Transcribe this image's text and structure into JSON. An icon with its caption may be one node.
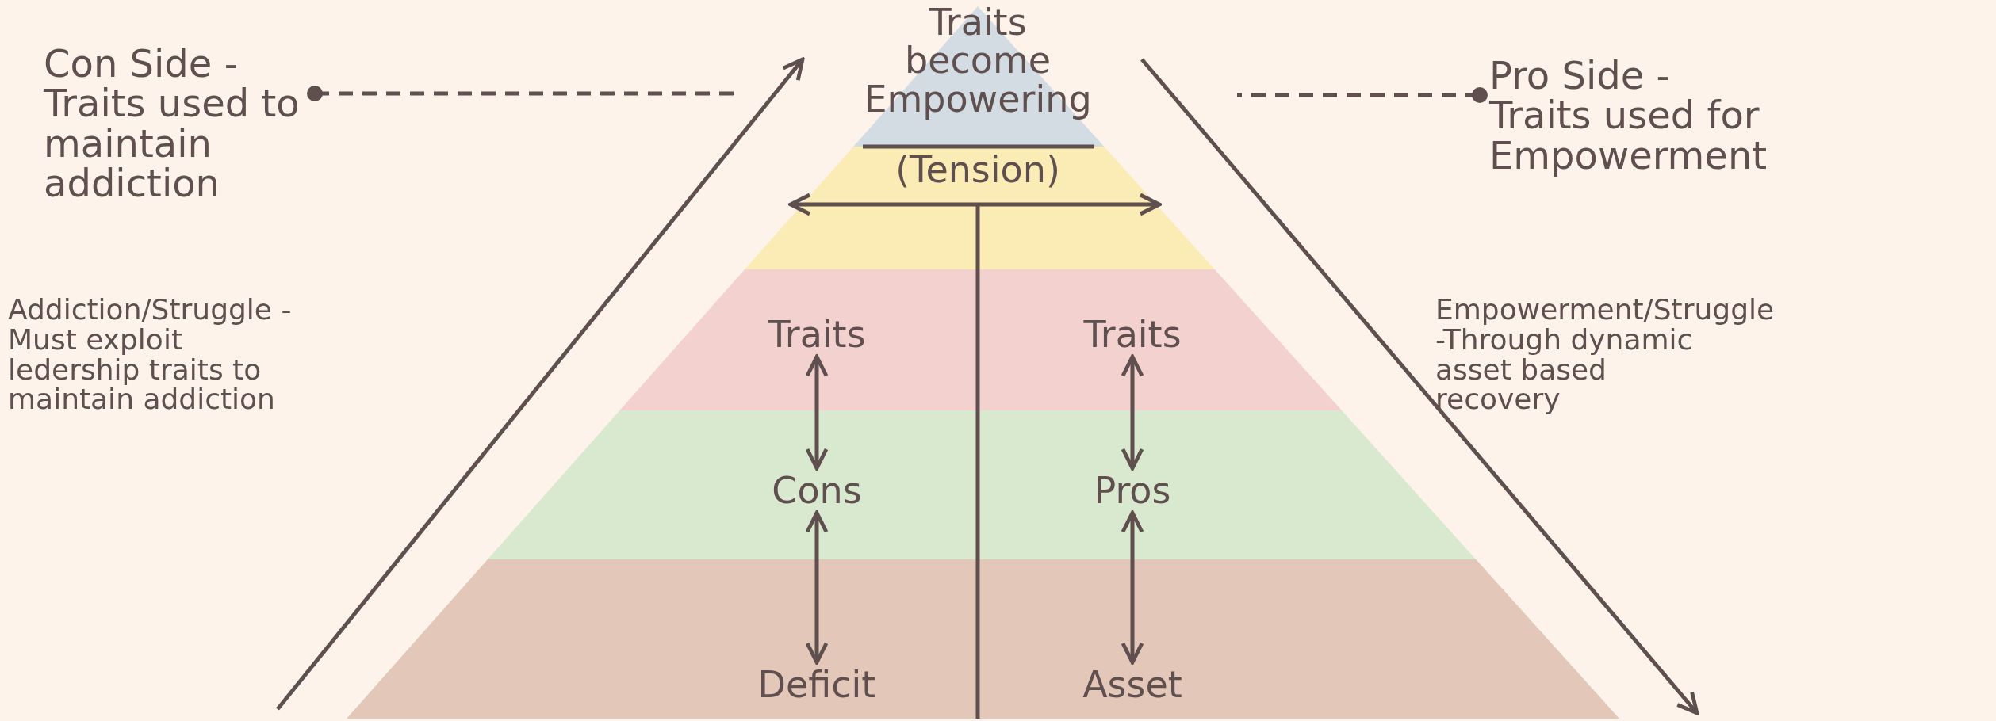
{
  "diagram": {
    "nodes": [
      {
        "text": [
          "Traits become Empowering"
        ]
      },
      {
        "text": [
          "(Tension)"
        ]
      },
      {
        "text": [
          "Traits"
        ]
      },
      {
        "text": [
          "Traits"
        ]
      },
      {
        "text": [
          "Cons"
        ]
      },
      {
        "text": [
          "Pros"
        ]
      },
      {
        "text": [
          "Deficit"
        ]
      },
      {
        "text": [
          "Asset"
        ]
      },
      {
        "text": [
          "Con Side - Traits used to maintain addiction"
        ]
      },
      {
        "text": [
          "Pro Side - Traits used for Empowerment"
        ]
      },
      {
        "text": [
          "Addiction/Struggle -Must exploit ledership traits to maintain addiction"
        ]
      },
      {
        "text": [
          "Empowerment/Struggle -Through dynamic asset based recovery"
        ]
      }
    ],
    "edges": [
      {
        "from": 2,
        "to": 4,
        "arrow": "both"
      },
      {
        "from": 4,
        "to": 6,
        "arrow": "both"
      },
      {
        "from": 3,
        "to": 5,
        "arrow": "both"
      },
      {
        "from": 5,
        "to": 7,
        "arrow": "both"
      },
      {
        "from": 8,
        "to": null,
        "arrow": "other",
        "style": "dashed"
      },
      {
        "from": 9,
        "to": null,
        "arrow": "other",
        "style": "dashed"
      }
    ]
  }
}
